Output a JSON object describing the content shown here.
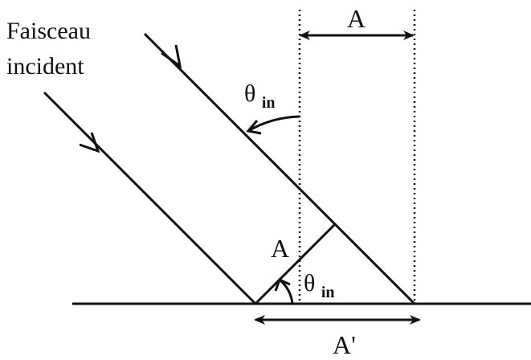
{
  "caption": {
    "line1": "Faisceau",
    "line2": "incident"
  },
  "labels": {
    "top_width": "A",
    "beam_width": "A",
    "base_width": "A'",
    "theta_upper_symbol": "θ",
    "theta_upper_sub": "in",
    "theta_lower_symbol": "θ",
    "theta_lower_sub": "in"
  },
  "colors": {
    "ink": "#111111",
    "background": "#ffffff"
  }
}
